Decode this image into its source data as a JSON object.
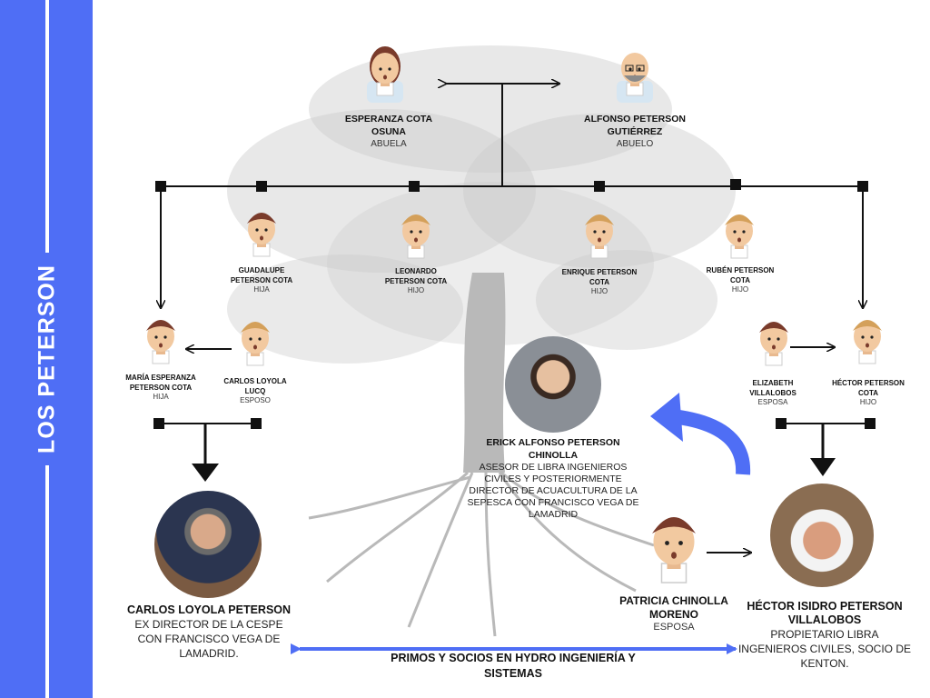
{
  "page": {
    "title": "LOS PETERSON"
  },
  "grandparents": [
    {
      "name": "ESPERANZA COTA OSUNA",
      "role": "ABUELA"
    },
    {
      "name": "ALFONSO PETERSON GUTIÉRREZ",
      "role": "ABUELO"
    }
  ],
  "children": [
    {
      "name": "GUADALUPE PETERSON COTA",
      "role": "HIJA"
    },
    {
      "name": "LEONARDO PETERSON COTA",
      "role": "HIJO"
    },
    {
      "name": "ENRIQUE PETERSON COTA",
      "role": "HIJO"
    },
    {
      "name": "RUBÉN PETERSON COTA",
      "role": "HIJO"
    }
  ],
  "maria": {
    "name": "MARÍA ESPERANZA PETERSON COTA",
    "role": "HIJA"
  },
  "carlos_loyola": {
    "name": "CARLOS LOYOLA LUCQ",
    "role": "ESPOSO"
  },
  "elizabeth": {
    "name": "ELIZABETH VILLALOBOS",
    "role": "ESPOSA"
  },
  "hector": {
    "name": "HÉCTOR PETERSON COTA",
    "role": "HIJO"
  },
  "erick": {
    "name": "ERICK ALFONSO PETERSON CHINOLLA",
    "desc": "ASESOR DE LIBRA INGENIEROS CIVILES Y POSTERIORMENTE DIRECTOR DE ACUACULTURA DE LA SEPESCA CON FRANCISCO VEGA DE LAMADRID"
  },
  "carlos_lp": {
    "name": "CARLOS LOYOLA PETERSON",
    "desc": "EX DIRECTOR DE LA CESPE CON FRANCISCO VEGA DE LAMADRID."
  },
  "patricia": {
    "name": "PATRICIA CHINOLLA MORENO",
    "role": "ESPOSA"
  },
  "hector_isidro": {
    "name": "HÉCTOR ISIDRO PETERSON VILLALOBOS",
    "desc": "PROPIETARIO LIBRA INGENIEROS CIVILES, SOCIO DE KENTON."
  },
  "footer": {
    "label": "PRIMOS Y SOCIOS EN HYDRO INGENIERÍA Y SISTEMAS"
  },
  "colors": {
    "accent": "#4f6ef5",
    "tree": "#c9c9c9",
    "line": "#111111",
    "skin": "#f2c9a0"
  }
}
